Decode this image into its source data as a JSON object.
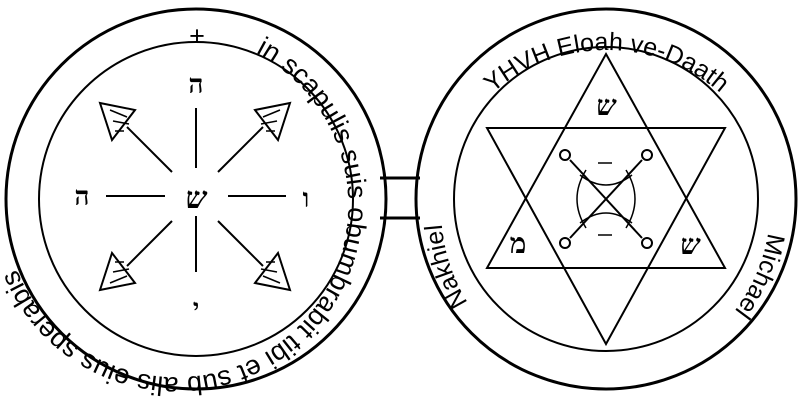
{
  "left_pentacle": {
    "ring_text_top": "in scapulis suis obumbrabit tibi et sub alis eius sperabis",
    "cross_symbol": "+",
    "center_letter": "ש",
    "letter_top": "ה",
    "letter_left": "ה",
    "letter_right": "ו",
    "letter_bottom": "י"
  },
  "right_pentacle": {
    "ring_text_top": "YHVH Eloah ve-Daath",
    "ring_text_left": "Nakhiel",
    "ring_text_right": "Michael",
    "letter_top": "ש",
    "letter_bottom_left": "מ",
    "letter_bottom_right": "ש"
  }
}
